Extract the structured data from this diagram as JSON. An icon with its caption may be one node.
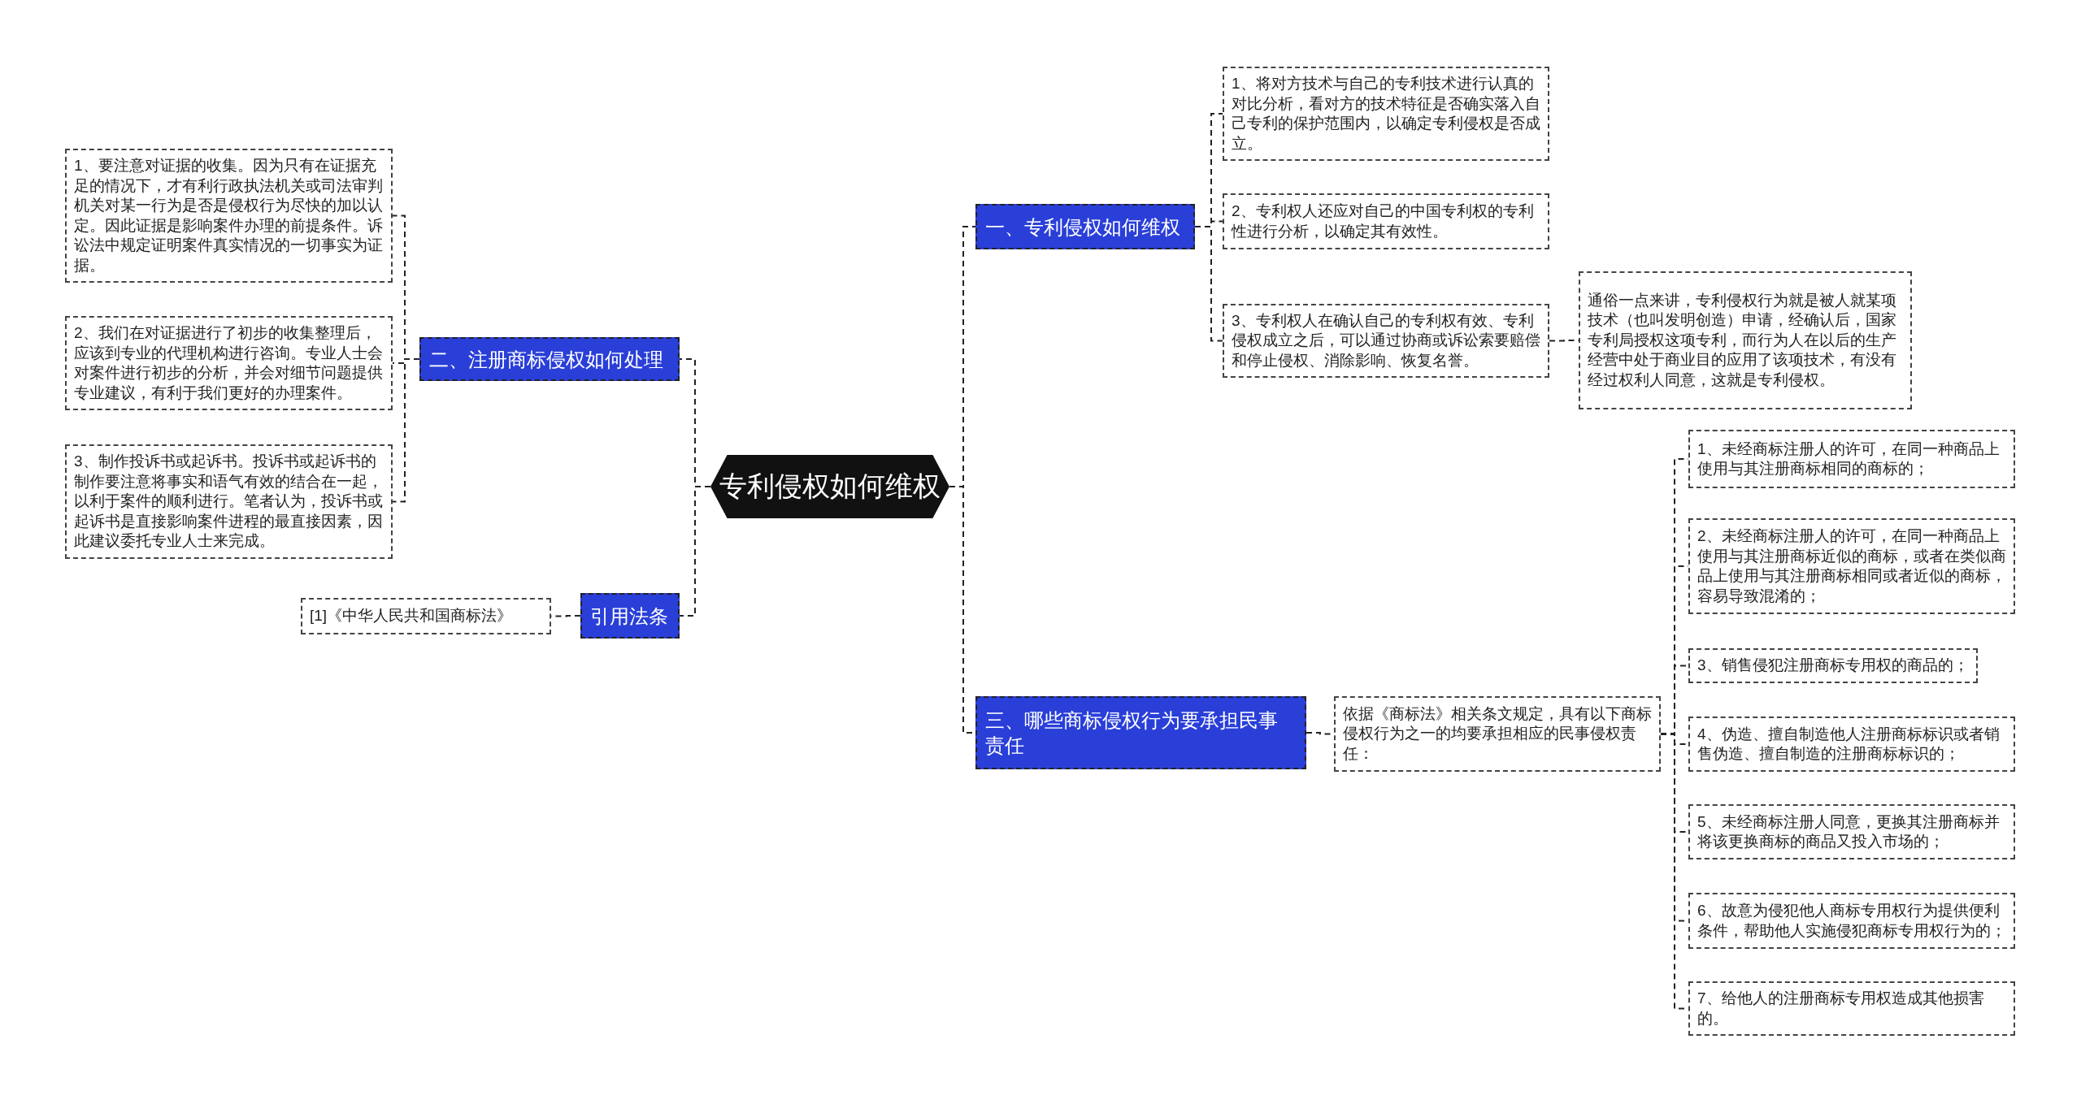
{
  "diagram": {
    "nodes": [
      {
        "text": [
          "专利侵权如何维权"
        ]
      },
      {
        "text": [
          "一、专利侵权如何维权"
        ]
      },
      {
        "text": [
          "1、将对方技术与自己的专利技术进行认真的对比分析，看对方的技术特征是否确实落入自己专利的保护范围内，以确定专利侵权是否成立。"
        ]
      },
      {
        "text": [
          "2、专利权人还应对自己的中国专利权的专利性进行分析，以确定其有效性。"
        ]
      },
      {
        "text": [
          "3、专利权人在确认自己的专利权有效、专利侵权成立之后，可以通过协商或诉讼索要赔偿和停止侵权、消除影响、恢复名誉。"
        ]
      },
      {
        "text": [
          "通俗一点来讲，专利侵权行为就是被人就某项技术（也叫发明创造）申请，经确认后，国家专利局授权这项专利，而行为人在以后的生产经营中处于商业目的应用了该项技术，有没有经过权利人同意，这就是专利侵权。"
        ]
      },
      {
        "text": [
          "二、注册商标侵权如何处理"
        ]
      },
      {
        "text": [
          "1、要注意对证据的收集。因为只有在证据充足的情况下，才有利行政执法机关或司法审判机关对某一行为是否是侵权行为尽快的加以认定。因此证据是影响案件办理的前提条件。诉讼法中规定证明案件真实情况的一切事实为证据。"
        ]
      },
      {
        "text": [
          "2、我们在对证据进行了初步的收集整理后，应该到专业的代理机构进行咨询。专业人士会对案件进行初步的分析，并会对细节问题提供专业建议，有利于我们更好的办理案件。"
        ]
      },
      {
        "text": [
          "3、制作投诉书或起诉书。投诉书或起诉书的制作要注意将事实和语气有效的结合在一起，以利于案件的顺利进行。笔者认为，投诉书或起诉书是直接影响案件进程的最直接因素，因此建议委托专业人士来完成。"
        ]
      },
      {
        "text": [
          "引用法条"
        ]
      },
      {
        "text": [
          "[1]《中华人民共和国商标法》"
        ]
      },
      {
        "text": [
          "三、哪些商标侵权行为要承担民事责任"
        ]
      },
      {
        "text": [
          "依据《商标法》相关条文规定，具有以下商标侵权行为之一的均要承担相应的民事侵权责任："
        ]
      },
      {
        "text": [
          "1、未经商标注册人的许可，在同一种商品上使用与其注册商标相同的商标的；"
        ]
      },
      {
        "text": [
          "2、未经商标注册人的许可，在同一种商品上使用与其注册商标近似的商标，或者在类似商品上使用与其注册商标相同或者近似的商标，容易导致混淆的；"
        ]
      },
      {
        "text": [
          "3、销售侵犯注册商标专用权的商品的；"
        ]
      },
      {
        "text": [
          "4、伪造、擅自制造他人注册商标标识或者销售伪造、擅自制造的注册商标标识的；"
        ]
      },
      {
        "text": [
          "5、未经商标注册人同意，更换其注册商标并将该更换商标的商品又投入市场的；"
        ]
      },
      {
        "text": [
          "6、故意为侵犯他人商标专用权行为提供便利条件，帮助他人实施侵犯商标专用权行为的；"
        ]
      },
      {
        "text": [
          "7、给他人的注册商标专用权造成其他损害的。"
        ]
      }
    ],
    "edges": [
      {
        "from": 0,
        "to": 1,
        "arrow": "none"
      },
      {
        "from": 1,
        "to": 2,
        "arrow": "none"
      },
      {
        "from": 1,
        "to": 3,
        "arrow": "none"
      },
      {
        "from": 1,
        "to": 4,
        "arrow": "none"
      },
      {
        "from": 4,
        "to": 5,
        "arrow": "none"
      },
      {
        "from": 0,
        "to": 6,
        "arrow": "none"
      },
      {
        "from": 6,
        "to": 7,
        "arrow": "none"
      },
      {
        "from": 6,
        "to": 8,
        "arrow": "none"
      },
      {
        "from": 6,
        "to": 9,
        "arrow": "none"
      },
      {
        "from": 0,
        "to": 10,
        "arrow": "none"
      },
      {
        "from": 10,
        "to": 11,
        "arrow": "none"
      },
      {
        "from": 0,
        "to": 12,
        "arrow": "none"
      },
      {
        "from": 12,
        "to": 13,
        "arrow": "none"
      },
      {
        "from": 13,
        "to": 14,
        "arrow": "none"
      },
      {
        "from": 13,
        "to": 15,
        "arrow": "none"
      },
      {
        "from": 13,
        "to": 16,
        "arrow": "none"
      },
      {
        "from": 13,
        "to": 17,
        "arrow": "none"
      },
      {
        "from": 13,
        "to": 18,
        "arrow": "none"
      },
      {
        "from": 13,
        "to": 19,
        "arrow": "none"
      },
      {
        "from": 13,
        "to": 20,
        "arrow": "none"
      }
    ]
  }
}
